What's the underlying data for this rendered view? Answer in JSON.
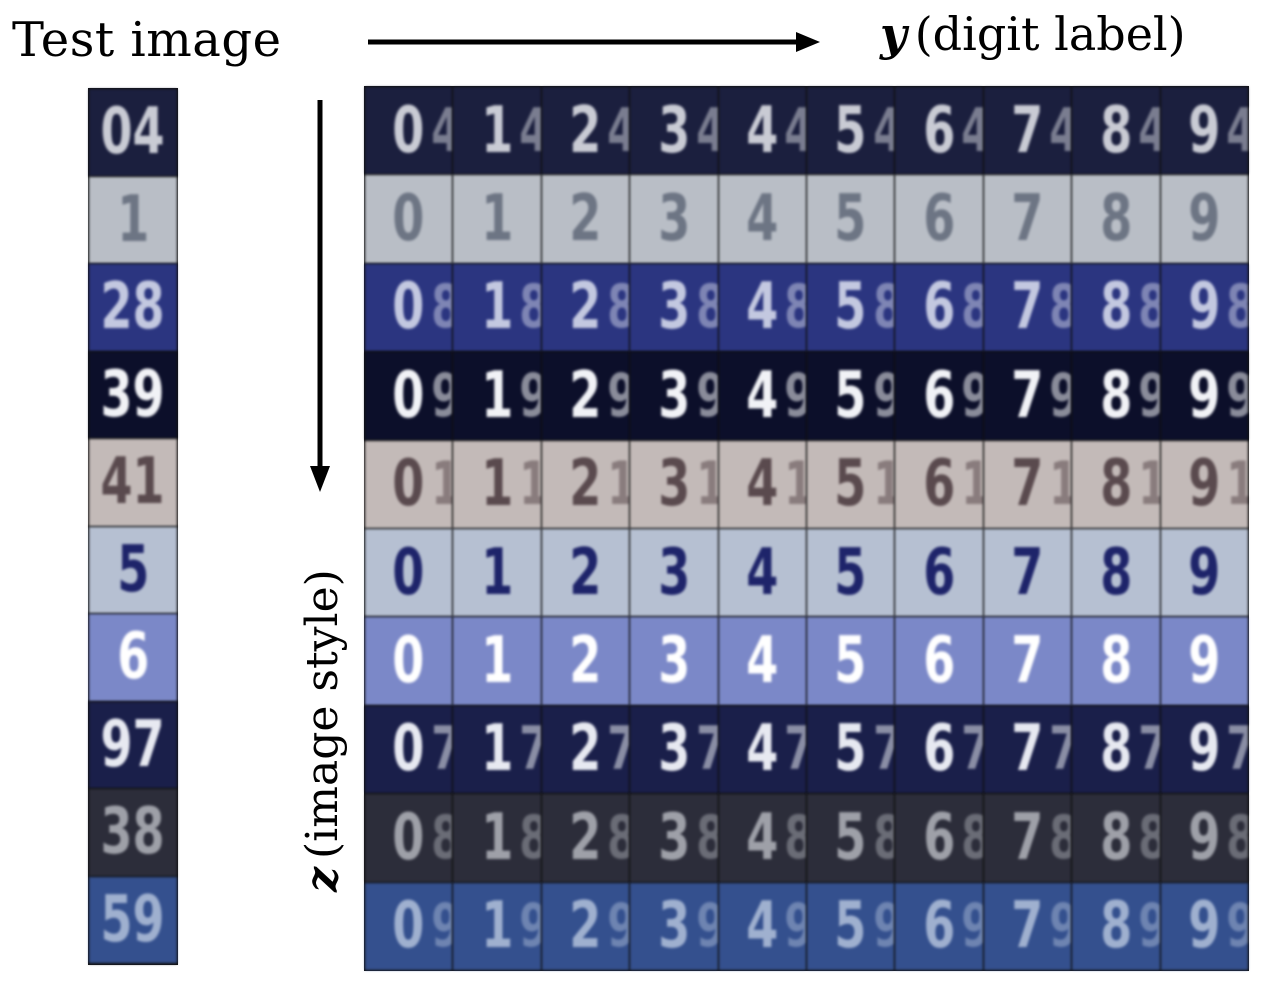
{
  "labels": {
    "test_image": "Test image",
    "y_symbol": "y",
    "y_text": "(digit label)",
    "z_symbol": "z",
    "z_text": "(image style)"
  },
  "digit_labels": [
    "0",
    "1",
    "2",
    "3",
    "4",
    "5",
    "6",
    "7",
    "8",
    "9"
  ],
  "test_images": [
    "04",
    "1",
    "28",
    "39",
    "41",
    "5",
    "6",
    "97",
    "38",
    "59"
  ],
  "styles": [
    {
      "bg": "#1b1f3e",
      "fg": "#c9cbd4"
    },
    {
      "bg": "#b9bec6",
      "fg": "#6d7584"
    },
    {
      "bg": "#2b3580",
      "fg": "#c3c8e0"
    },
    {
      "bg": "#0c0f2a",
      "fg": "#f1f2f6"
    },
    {
      "bg": "#c3bab8",
      "fg": "#5a4a4e"
    },
    {
      "bg": "#b6c0d2",
      "fg": "#1e246a"
    },
    {
      "bg": "#7b88c8",
      "fg": "#ffffff"
    },
    {
      "bg": "#1a1f4a",
      "fg": "#e7e9f1"
    },
    {
      "bg": "#2c2d3a",
      "fg": "#9ea0a8"
    },
    {
      "bg": "#34508e",
      "fg": "#9fb0cf"
    }
  ]
}
